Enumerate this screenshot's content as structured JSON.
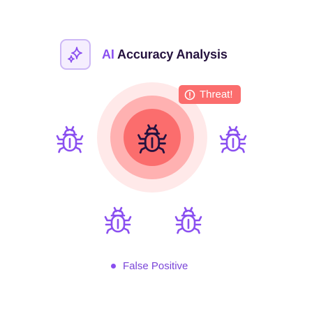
{
  "header": {
    "icon": "sparkle-icon",
    "title_accent": "AI",
    "title_rest": " Accuracy Analysis"
  },
  "threat": {
    "icon": "alert-circle-icon",
    "label": "Threat!"
  },
  "legend": {
    "label": "False Positive"
  },
  "colors": {
    "accent": "#8a4ff0",
    "threat": "#fb6d6d",
    "threat_mid": "#ffb1b1",
    "threat_light": "#ffe9e9",
    "bug_purple": "#8a4ff0",
    "bug_dark": "#25123f",
    "title": "#25123f"
  },
  "icons": {
    "bug": "bug-icon"
  }
}
